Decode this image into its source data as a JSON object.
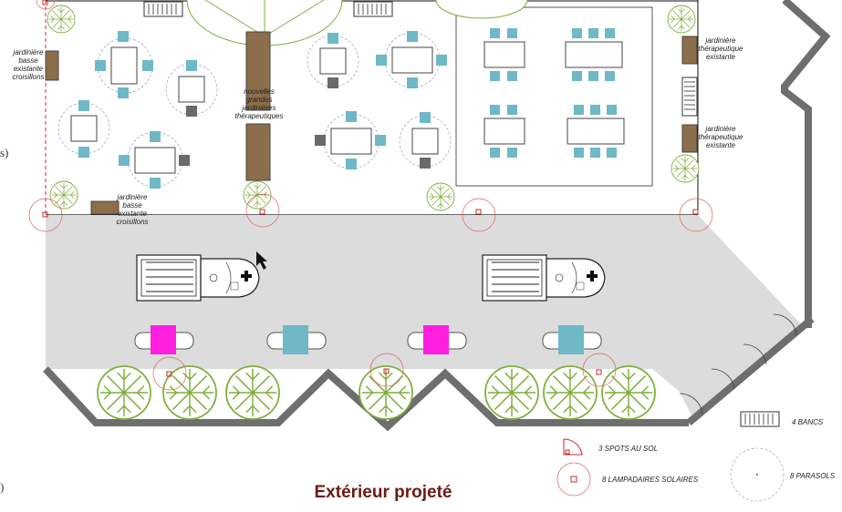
{
  "title": "Extérieur projeté",
  "labels": {
    "jard_basse_left": "jardinière\nbasse\nexistante\ncroisillons",
    "jard_basse_bottom": "jardinière\nbasse\nexistante\ncroisillons",
    "nouvelles": "nouvelles\ngrandes\njardinières\nthérapeutiques",
    "jard_thera_top": "jardinière\nthérapeutique\nexistante",
    "jard_thera_mid": "jardinière\nthérapeutique\nexistante"
  },
  "legend": {
    "bancs": "4 BANCS",
    "spots": "3 SPOTS AU SOL",
    "lampadaires": "8  LAMPADAIRES SOLAIRES",
    "parasols": "8 PARASOLS"
  },
  "cut_text": {
    "top": "s)",
    "bottom": ")"
  },
  "colors": {
    "road": "#dcdcdc",
    "wall": "#6e6e6e",
    "chair": "#6fb8c6",
    "chair_dark": "#6a6a6a",
    "planter": "#8c6e4b",
    "tree": "#7fae3c",
    "magenta": "#ff1fe0",
    "teal": "#6fb8c6",
    "lamp": "#cc2a2a",
    "title": "#6b1a12"
  },
  "icons": [
    "tree-icon",
    "vehicle-icon",
    "bench-icon",
    "lamp-icon",
    "spot-icon",
    "parasol-icon",
    "table-icon",
    "chair-icon"
  ]
}
